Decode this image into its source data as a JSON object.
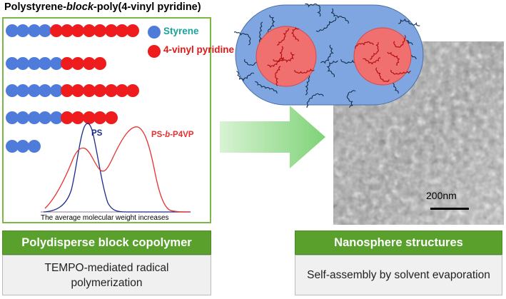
{
  "title": {
    "prefix": "Polystyrene-",
    "italic": "block",
    "suffix": "-poly(4-vinyl pyridine)"
  },
  "legend": {
    "styrene": "Styrene",
    "vinyl_pyridine": "4-vinyl pyridine",
    "styrene_color": "#4f7bdb",
    "vinyl_pyridine_color": "#ee1c1c"
  },
  "chains": [
    {
      "styrene_units": 4,
      "vp_units": 8
    },
    {
      "styrene_units": 5,
      "vp_units": 4
    },
    {
      "styrene_units": 5,
      "vp_units": 7
    },
    {
      "styrene_units": 5,
      "vp_units": 5
    },
    {
      "styrene_units": 3,
      "vp_units": 0
    }
  ],
  "chart_data": {
    "type": "line",
    "title": "",
    "xlabel": "The average molecular weight increases",
    "ylabel": "",
    "series": [
      {
        "name": "PS",
        "color": "#1a2a8a"
      },
      {
        "name_prefix": "PS-",
        "name_italic": "b",
        "name_suffix": "-P4VP",
        "color": "#e83030"
      }
    ]
  },
  "captions": {
    "left_title": "Polydisperse block copolymer",
    "left_subtitle": "TEMPO-mediated radical polymerization",
    "right_title": "Nanosphere structures",
    "right_subtitle": "Self-assembly by solvent evaporation"
  },
  "scale_bar_label": "200nm",
  "colors": {
    "panel_border": "#7ab648",
    "caption_green": "#5aa02c",
    "arrow_green": "#a8e0a0",
    "micelle_shell": "#7fa6e0",
    "micelle_core": "#f06a6a"
  }
}
